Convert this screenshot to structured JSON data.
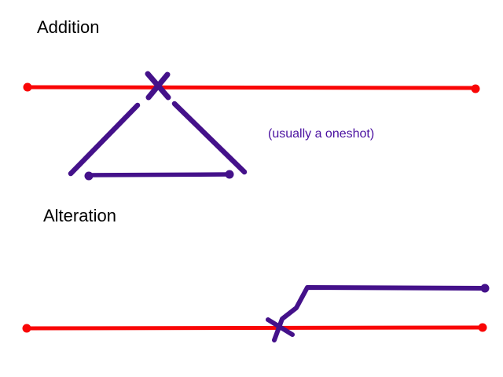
{
  "canvas": {
    "background": "#ffffff"
  },
  "colors": {
    "timeline_red": "#f90606",
    "stroke_purple": "#44118a",
    "annotation_purple": "#4a10a0",
    "title_black": "#000000"
  },
  "addition": {
    "title": "Addition",
    "annotation": "(usually a oneshot)"
  },
  "alteration": {
    "title": "Alteration"
  }
}
